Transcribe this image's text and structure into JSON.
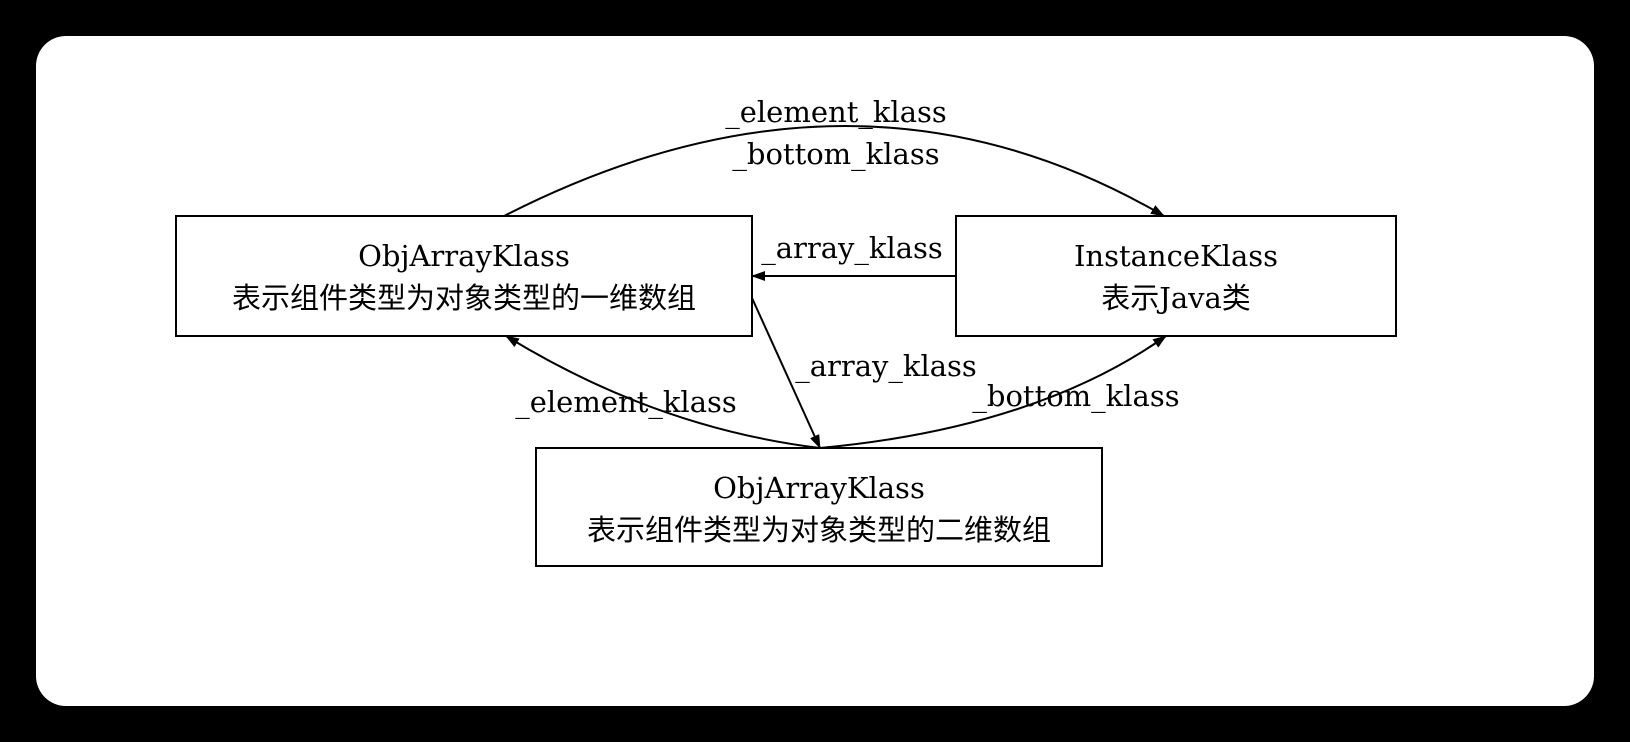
{
  "nodes": {
    "obj_array_1d": {
      "title": "ObjArrayKlass",
      "subtitle": "表示组件类型为对象类型的一维数组"
    },
    "instance_klass": {
      "title": "InstanceKlass",
      "subtitle": "表示Java类"
    },
    "obj_array_2d": {
      "title": "ObjArrayKlass",
      "subtitle": "表示组件类型为对象类型的二维数组"
    }
  },
  "edges": {
    "top_element_klass": "_element_klass",
    "top_bottom_klass": "_bottom_klass",
    "instance_array_klass": "_array_klass",
    "one_d_array_klass": "_array_klass",
    "two_d_element_klass": "_element_klass",
    "two_d_bottom_klass": "_bottom_klass"
  }
}
